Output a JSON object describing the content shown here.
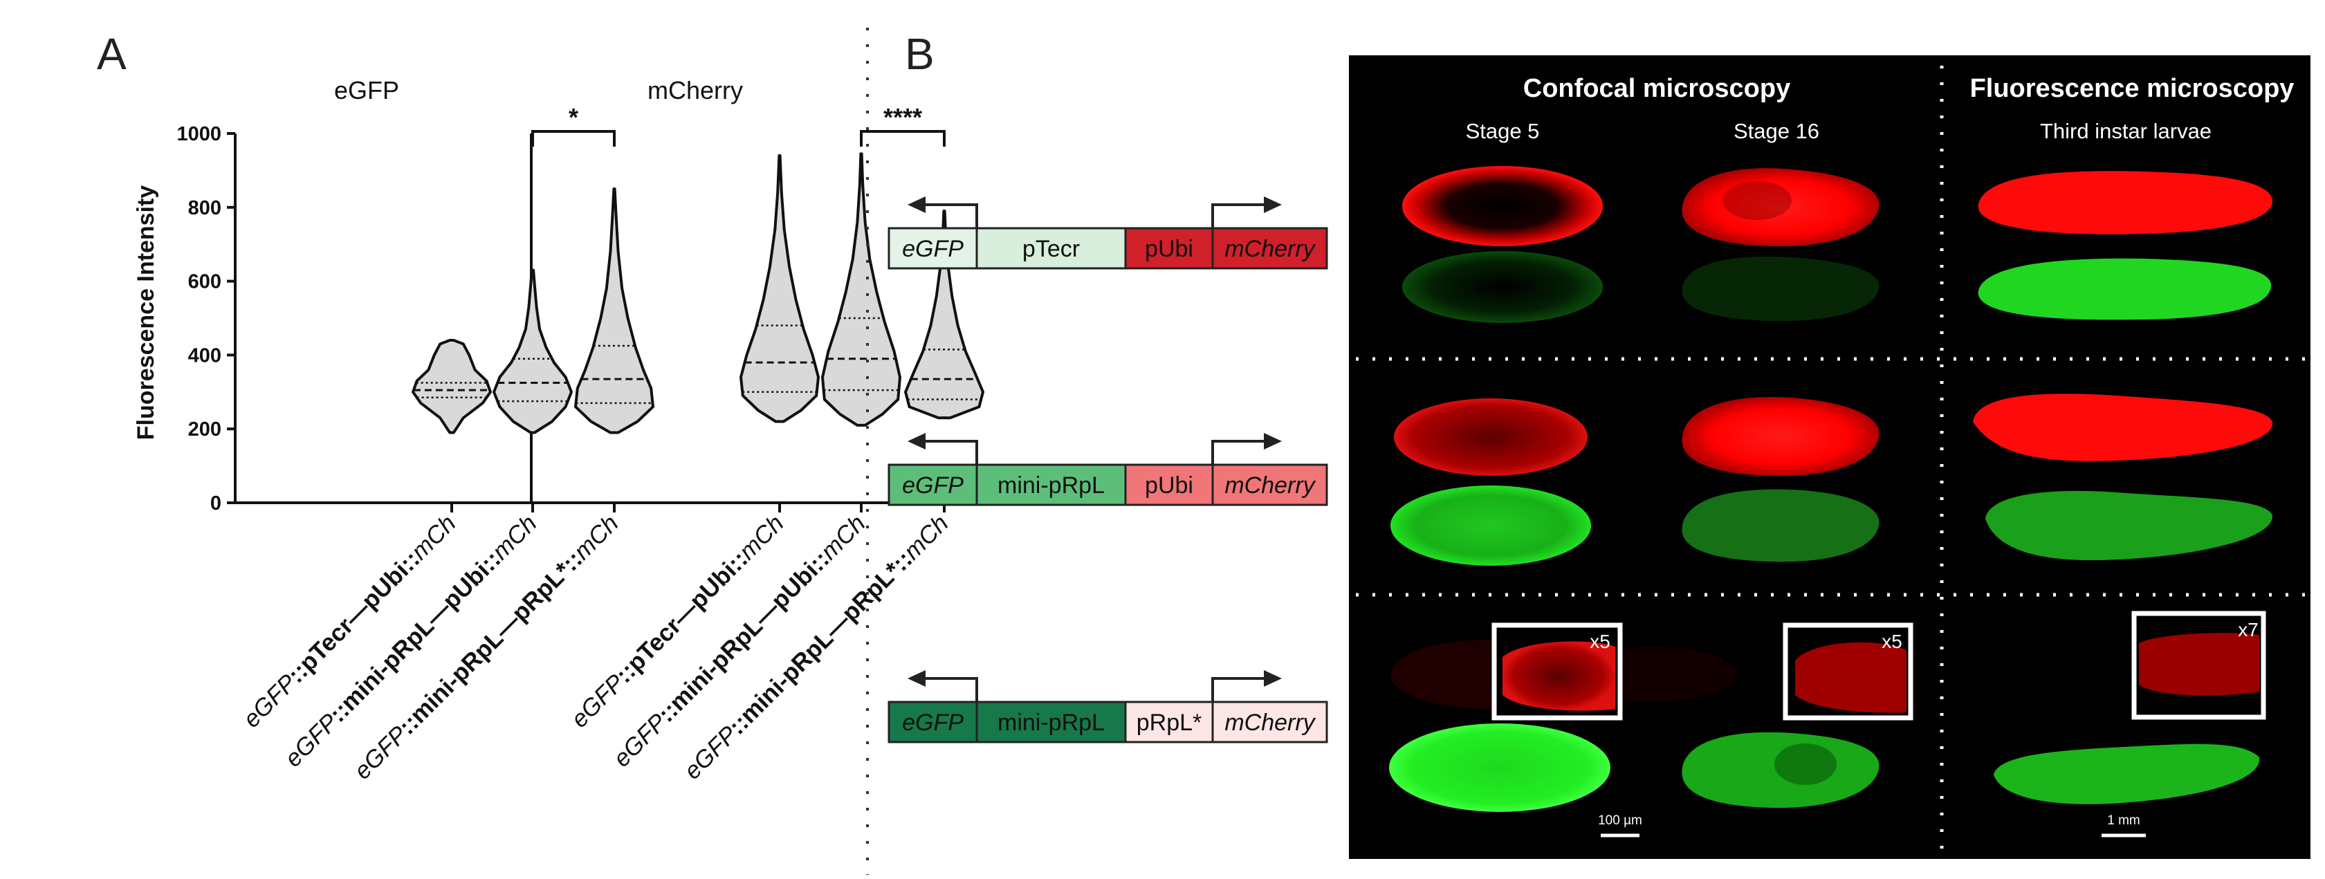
{
  "panel_a": {
    "letter": "A",
    "ylabel": "Fluorescence Intensity",
    "yticks": [
      "0",
      "200",
      "400",
      "600",
      "800",
      "1000"
    ],
    "groups": [
      {
        "title": "eGFP",
        "significance": "*"
      },
      {
        "title": "mCherry",
        "significance": "****"
      }
    ],
    "xlabels": [
      {
        "it1": "eGFP",
        "b1": "::pTecr—pUbi::",
        "it2": "mCh",
        "b2": ""
      },
      {
        "it1": "eGFP",
        "b1": "::mini-pRpL—pUbi::",
        "it2": "mCh",
        "b2": ""
      },
      {
        "it1": "eGFP",
        "b1": "::mini-pRpL—pRpL*::",
        "it2": "mCh",
        "b2": ""
      },
      {
        "it1": "eGFP",
        "b1": "::pTecr—pUbi::",
        "it2": "mCh",
        "b2": ""
      },
      {
        "it1": "eGFP",
        "b1": "::mini-pRpL—pUbi::",
        "it2": "mCh",
        "b2": ""
      },
      {
        "it1": "eGFP",
        "b1": "::mini-pRpL—pRpL*::",
        "it2": "mCh",
        "b2": ""
      }
    ]
  },
  "chart_data": {
    "type": "violin",
    "ylabel": "Fluorescence Intensity",
    "ylim": [
      0,
      1000
    ],
    "yticks": [
      0,
      200,
      400,
      600,
      800,
      1000
    ],
    "categories": [
      "eGFP::pTecr—pUbi::mCh",
      "eGFP::mini-pRpL—pUbi::mCh",
      "eGFP::mini-pRpL—pRpL*::mCh",
      "eGFP::pTecr—pUbi::mCh",
      "eGFP::mini-pRpL—pUbi::mCh",
      "eGFP::mini-pRpL—pRpL*::mCh"
    ],
    "panels": [
      "eGFP",
      "eGFP",
      "eGFP",
      "mCherry",
      "mCherry",
      "mCherry"
    ],
    "violins": [
      {
        "min": 190,
        "max": 440,
        "q1": 285,
        "median": 305,
        "q3": 325,
        "profile": [
          [
            190,
            0.05
          ],
          [
            230,
            0.3
          ],
          [
            270,
            0.8
          ],
          [
            300,
            1.0
          ],
          [
            330,
            0.9
          ],
          [
            360,
            0.6
          ],
          [
            400,
            0.45
          ],
          [
            430,
            0.3
          ],
          [
            440,
            0.05
          ]
        ]
      },
      {
        "min": 190,
        "max": 630,
        "q1": 275,
        "median": 325,
        "q3": 390,
        "profile": [
          [
            190,
            0.05
          ],
          [
            220,
            0.5
          ],
          [
            260,
            0.85
          ],
          [
            300,
            1.0
          ],
          [
            340,
            0.85
          ],
          [
            380,
            0.55
          ],
          [
            420,
            0.35
          ],
          [
            470,
            0.18
          ],
          [
            530,
            0.1
          ],
          [
            590,
            0.05
          ],
          [
            630,
            0.02
          ]
        ]
      },
      {
        "min": 190,
        "max": 850,
        "q1": 270,
        "median": 335,
        "q3": 425,
        "profile": [
          [
            190,
            0.1
          ],
          [
            220,
            0.6
          ],
          [
            260,
            1.0
          ],
          [
            310,
            0.95
          ],
          [
            360,
            0.75
          ],
          [
            420,
            0.55
          ],
          [
            500,
            0.35
          ],
          [
            580,
            0.2
          ],
          [
            680,
            0.1
          ],
          [
            770,
            0.05
          ],
          [
            850,
            0.01
          ]
        ]
      },
      {
        "min": 220,
        "max": 940,
        "q1": 300,
        "median": 380,
        "q3": 480,
        "profile": [
          [
            220,
            0.1
          ],
          [
            250,
            0.55
          ],
          [
            290,
            0.95
          ],
          [
            340,
            1.0
          ],
          [
            400,
            0.85
          ],
          [
            470,
            0.62
          ],
          [
            550,
            0.42
          ],
          [
            640,
            0.25
          ],
          [
            740,
            0.12
          ],
          [
            840,
            0.05
          ],
          [
            940,
            0.01
          ]
        ]
      },
      {
        "min": 210,
        "max": 945,
        "q1": 305,
        "median": 390,
        "q3": 500,
        "profile": [
          [
            210,
            0.1
          ],
          [
            240,
            0.55
          ],
          [
            280,
            0.95
          ],
          [
            340,
            1.0
          ],
          [
            410,
            0.85
          ],
          [
            490,
            0.6
          ],
          [
            570,
            0.4
          ],
          [
            660,
            0.22
          ],
          [
            760,
            0.1
          ],
          [
            860,
            0.04
          ],
          [
            945,
            0.01
          ]
        ]
      },
      {
        "min": 230,
        "max": 790,
        "q1": 280,
        "median": 335,
        "q3": 415,
        "profile": [
          [
            230,
            0.15
          ],
          [
            260,
            0.9
          ],
          [
            300,
            1.0
          ],
          [
            350,
            0.8
          ],
          [
            410,
            0.55
          ],
          [
            480,
            0.35
          ],
          [
            560,
            0.2
          ],
          [
            640,
            0.1
          ],
          [
            720,
            0.04
          ],
          [
            790,
            0.01
          ]
        ]
      }
    ],
    "comparisons": [
      {
        "from": 1,
        "to": 2,
        "label": "*"
      },
      {
        "from": 4,
        "to": 5,
        "label": "****"
      }
    ]
  },
  "panel_b": {
    "letter": "B",
    "constructs": [
      {
        "segments": [
          {
            "text": "eGFP",
            "italic": true,
            "color": "#e4f3e7"
          },
          {
            "text": "pTecr",
            "italic": false,
            "color": "#d7efdc"
          },
          {
            "text": "pUbi",
            "italic": false,
            "color": "#d0202a"
          },
          {
            "text": "mCherry",
            "italic": true,
            "color": "#d0202a"
          }
        ]
      },
      {
        "segments": [
          {
            "text": "eGFP",
            "italic": true,
            "color": "#5dbe7a"
          },
          {
            "text": "mini-pRpL",
            "italic": false,
            "color": "#5dbe7a"
          },
          {
            "text": "pUbi",
            "italic": false,
            "color": "#f07678"
          },
          {
            "text": "mCherry",
            "italic": true,
            "color": "#f07678"
          }
        ]
      },
      {
        "segments": [
          {
            "text": "eGFP",
            "italic": true,
            "color": "#17784a"
          },
          {
            "text": "mini-pRpL",
            "italic": false,
            "color": "#17784a"
          },
          {
            "text": "pRpL*",
            "italic": false,
            "color": "#fde6e6"
          },
          {
            "text": "mCherry",
            "italic": true,
            "color": "#fde6e6"
          }
        ]
      }
    ],
    "microscopy": {
      "heading_confocal": "Confocal microscopy",
      "heading_fluorescence": "Fluorescence microscopy",
      "stage5": "Stage 5",
      "stage16": "Stage 16",
      "larvae": "Third instar larvae",
      "zoom1": "x5",
      "zoom2": "x5",
      "zoom3": "x7",
      "scale1": "100 µm",
      "scale2": "1 mm"
    }
  }
}
